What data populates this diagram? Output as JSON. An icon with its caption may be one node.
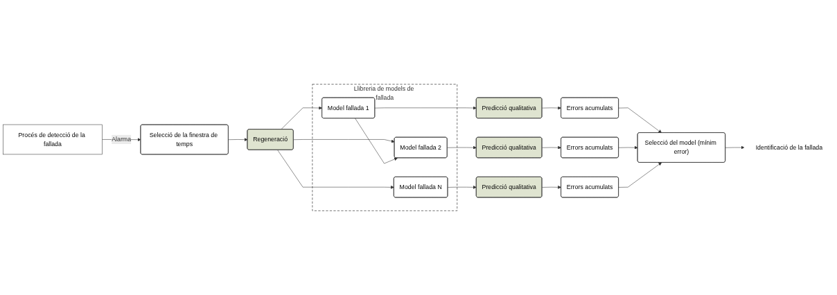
{
  "diagram": {
    "nodes": [
      {
        "text": [
          "Procés de detecció de la fallada"
        ]
      },
      {
        "text": [
          "Selecció de la finestra de temps"
        ]
      },
      {
        "text": [
          "Regeneració"
        ]
      },
      {
        "text": [
          "Llibreria de models de fallada"
        ]
      },
      {
        "text": [
          "Model fallada 1"
        ],
        "in": 3
      },
      {
        "text": [
          "Model fallada 2"
        ],
        "in": 3
      },
      {
        "text": [
          "Model fallada N"
        ],
        "in": 3
      },
      {
        "text": [
          "Predicció qualitativa"
        ]
      },
      {
        "text": [
          "Predicció qualitativa"
        ]
      },
      {
        "text": [
          "Predicció qualitativa"
        ]
      },
      {
        "text": [
          "Errors acumulats"
        ]
      },
      {
        "text": [
          "Errors acumulats"
        ]
      },
      {
        "text": [
          "Errors acumulats"
        ]
      },
      {
        "text": [
          "Selecció del model (mínim error)"
        ]
      },
      {
        "text": [
          "Identificació de la fallada"
        ]
      }
    ],
    "edges": [
      {
        "from": 0,
        "to": 1,
        "arrow": "to",
        "label": "Alarma"
      },
      {
        "from": 1,
        "to": 2,
        "arrow": "to"
      },
      {
        "from": 2,
        "to": 4,
        "arrow": "to"
      },
      {
        "from": 2,
        "to": 5,
        "arrow": "to"
      },
      {
        "from": 2,
        "to": 6,
        "arrow": "to"
      },
      {
        "from": 4,
        "to": 5,
        "arrow": "to"
      },
      {
        "from": 4,
        "to": 7,
        "arrow": "to"
      },
      {
        "from": 5,
        "to": 8,
        "arrow": "to"
      },
      {
        "from": 6,
        "to": 9,
        "arrow": "to"
      },
      {
        "from": 7,
        "to": 10,
        "arrow": "to"
      },
      {
        "from": 8,
        "to": 11,
        "arrow": "to"
      },
      {
        "from": 9,
        "to": 12,
        "arrow": "to"
      },
      {
        "from": 10,
        "to": 13,
        "arrow": "to"
      },
      {
        "from": 11,
        "to": 13,
        "arrow": "to"
      },
      {
        "from": 12,
        "to": 13,
        "arrow": "to"
      },
      {
        "from": 13,
        "to": 14,
        "arrow": "to"
      }
    ]
  }
}
